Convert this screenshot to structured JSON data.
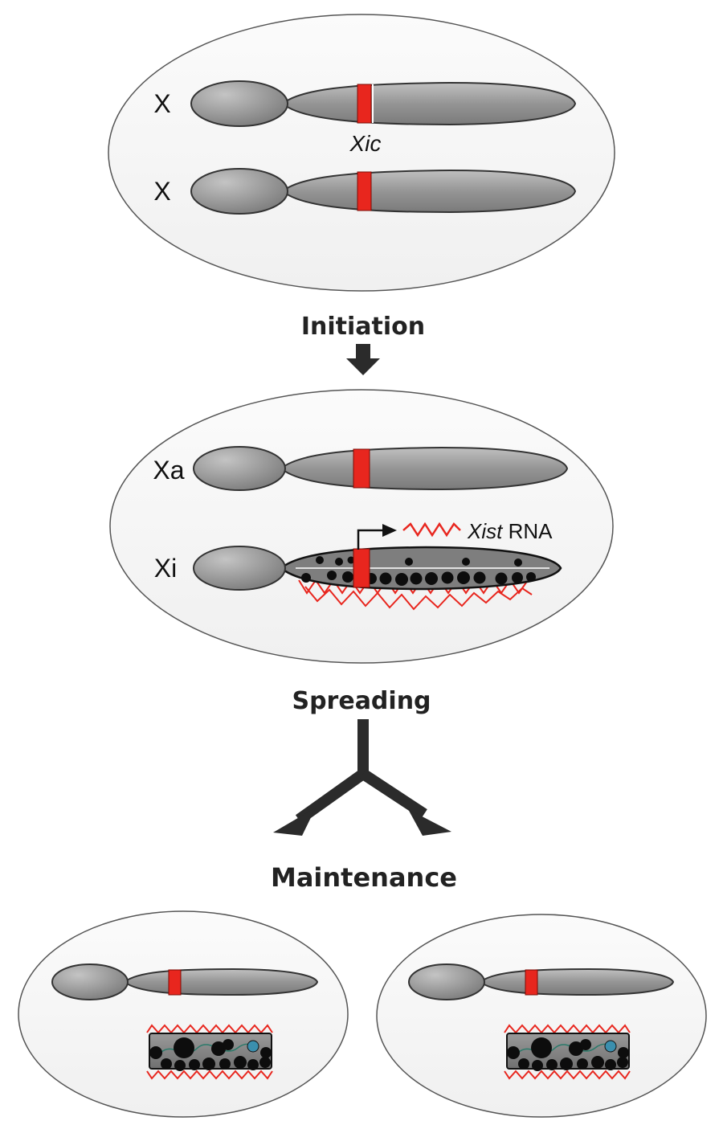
{
  "colors": {
    "chromosome": "#8c8c8c",
    "centromere_band": "#e8261e",
    "xist_rna": "#e8261e",
    "heterochromatin": "#0d0d0d",
    "cell_fill": "#f7f7f7",
    "arrow": "#2b2b2b"
  },
  "cell1": {
    "chrom1_label": "X",
    "chrom2_label": "X",
    "locus_label": "Xic"
  },
  "steps": {
    "initiation": "Initiation",
    "spreading": "Spreading",
    "maintenance": "Maintenance"
  },
  "cell2": {
    "active_label": "Xa",
    "inactive_label": "Xi",
    "rna_italic": "Xist",
    "rna_suffix": " RNA"
  }
}
